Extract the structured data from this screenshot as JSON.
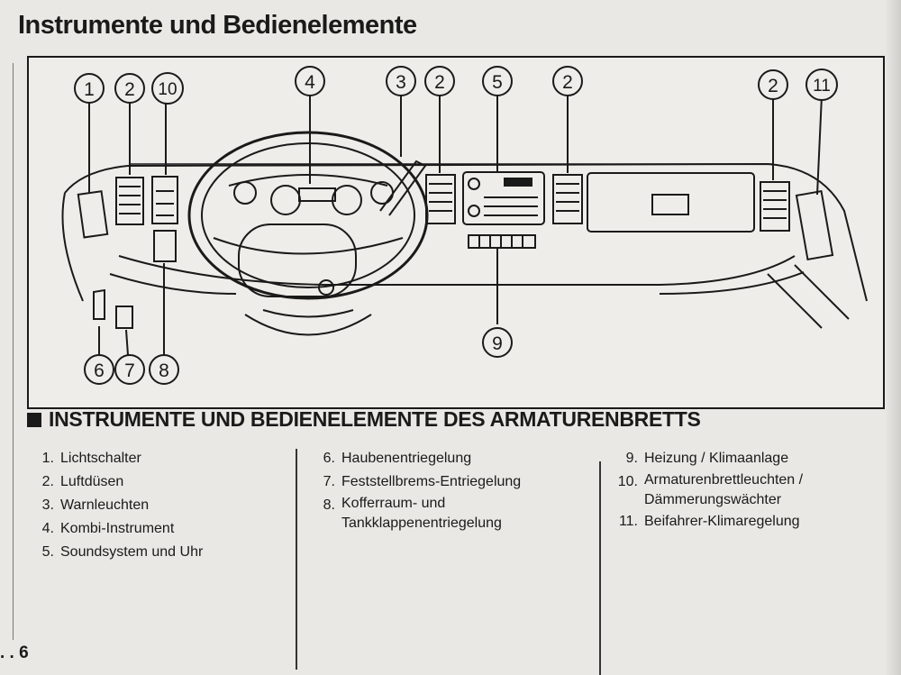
{
  "page": {
    "title": "Instrumente und Bedienelemente",
    "section_heading": "INSTRUMENTE UND BEDIENELEMENTE DES ARMATURENBRETTS",
    "page_number": ". . 6"
  },
  "figure": {
    "callouts": {
      "c1": "1",
      "c2a": "2",
      "c10": "10",
      "c4": "4",
      "c3": "3",
      "c2b": "2",
      "c5": "5",
      "c2c": "2",
      "c2d": "2",
      "c11": "11",
      "c6": "6",
      "c7": "7",
      "c8": "8",
      "c9": "9"
    }
  },
  "legend": {
    "col1": [
      {
        "num": "1.",
        "text": "Lichtschalter"
      },
      {
        "num": "2.",
        "text": "Luftdüsen"
      },
      {
        "num": "3.",
        "text": "Warnleuchten"
      },
      {
        "num": "4.",
        "text": "Kombi-Instrument"
      },
      {
        "num": "5.",
        "text": "Soundsystem und Uhr"
      }
    ],
    "col2": [
      {
        "num": "6.",
        "text": "Haubenentriegelung"
      },
      {
        "num": "7.",
        "text": "Feststellbrems-Entriegelung"
      },
      {
        "num": "8.",
        "text": "Kofferraum- und",
        "text2": "Tankklappenentriegelung"
      }
    ],
    "col3": [
      {
        "num": "9.",
        "text": "Heizung / Klimaanlage"
      },
      {
        "num": "10.",
        "text": "Armaturenbrettleuchten /",
        "text2": "Dämmerungswächter"
      },
      {
        "num": "11.",
        "text": "Beifahrer-Klimaregelung"
      }
    ]
  }
}
